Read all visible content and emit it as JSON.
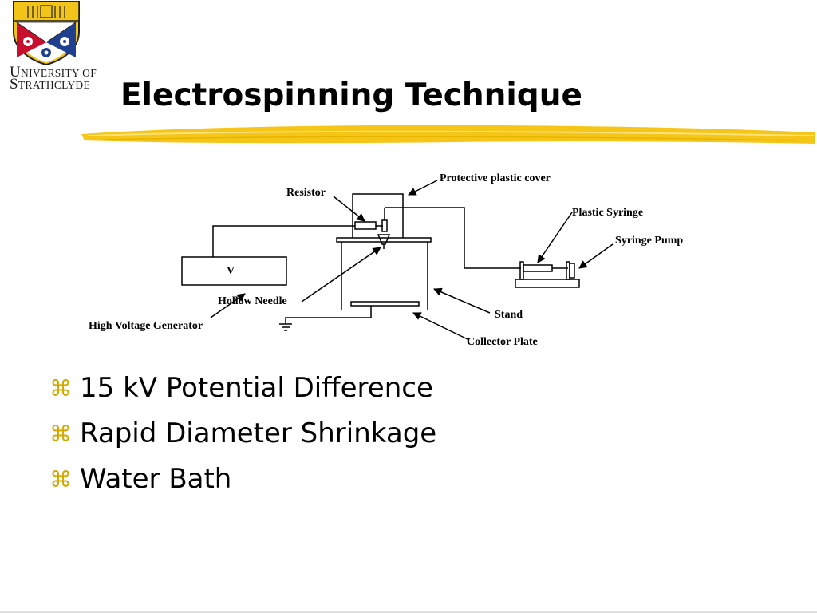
{
  "header": {
    "logo": {
      "line1_cap": "U",
      "line1_rest": "NIVERSITY OF",
      "line2_cap": "S",
      "line2_rest": "TRATHCLYDE"
    },
    "title": "Electrospinning Technique"
  },
  "diagram": {
    "labels": {
      "protective_cover": "Protective plastic cover",
      "resistor": "Resistor",
      "plastic_syringe": "Plastic Syringe",
      "syringe_pump": "Syringe Pump",
      "voltage_box": "V",
      "hollow_needle": "Hollow Needle",
      "stand": "Stand",
      "high_voltage_generator": "High Voltage Generator",
      "collector_plate": "Collector Plate"
    }
  },
  "bullets": [
    {
      "marker": "⌘",
      "text": "15 kV Potential Difference"
    },
    {
      "marker": "⌘",
      "text": "Rapid Diameter Shrinkage"
    },
    {
      "marker": "⌘",
      "text": "Water Bath"
    }
  ],
  "colors": {
    "accent_stroke": "#f5c518",
    "bullet_marker": "#d4a800",
    "crest_red": "#c8102e",
    "crest_blue": "#1f3f8f",
    "crest_gold": "#f2c318"
  }
}
